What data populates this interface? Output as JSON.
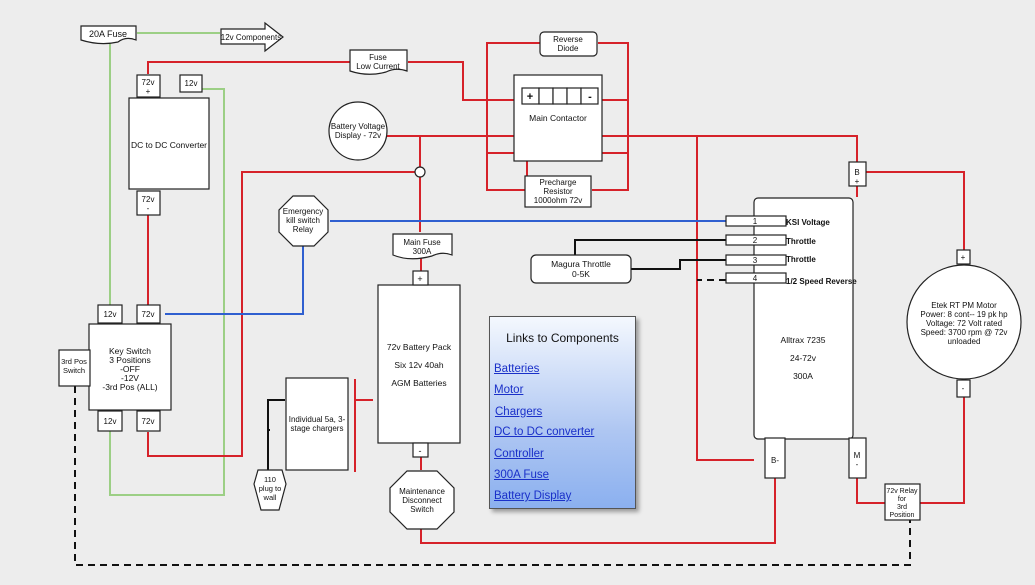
{
  "labels": {
    "fuse_20a": "20A Fuse",
    "components_12v": "12v Components",
    "fuse_low_current": [
      "Fuse",
      "Low Current"
    ],
    "reverse_diode": [
      "Reverse",
      "Diode"
    ],
    "contactor_plus": "+",
    "contactor_minus": "-",
    "main_contactor": "Main Contactor",
    "precharge_resistor": [
      "Precharge",
      "Resistor",
      "1000ohm 72v"
    ],
    "battery_display": [
      "Battery Voltage",
      "Display - 72v"
    ],
    "dcdc_72v_top": [
      "72v",
      "+"
    ],
    "dcdc_12v_top": "12v",
    "dcdc_title": "DC to DC Converter",
    "dcdc_72v_bottom": [
      "72v",
      "-"
    ],
    "emergency_relay": [
      "Emergency",
      "kill switch",
      "Relay"
    ],
    "main_fuse": [
      "Main Fuse",
      "300A"
    ],
    "battery_plus": "+",
    "battery_pack": [
      "72v Battery Pack",
      "Six 12v 40ah",
      "AGM Batteries"
    ],
    "battery_minus": "-",
    "chargers": [
      "Individual 5a, 3-",
      "stage chargers"
    ],
    "plug": [
      "110",
      "plug to",
      "wall"
    ],
    "maintenance_switch": [
      "Maintenance",
      "Disconnect",
      "Switch"
    ],
    "keyswitch_12v_top": "12v",
    "keyswitch_72v_top": "72v",
    "keyswitch": [
      "Key Switch",
      "3 Positions",
      "-OFF",
      "-12V",
      "-3rd Pos (ALL)"
    ],
    "keyswitch_12v_bottom": "12v",
    "keyswitch_72v_bottom": "72v",
    "third_pos_switch": [
      "3rd Pos",
      "Switch"
    ],
    "magura_throttle": [
      "Magura Throttle",
      "0-5K"
    ],
    "controller_b_plus": [
      "B",
      "+"
    ],
    "controller_pins": [
      {
        "num": "1",
        "label": "KSI Voltage"
      },
      {
        "num": "2",
        "label": "Throttle"
      },
      {
        "num": "3",
        "label": "Throttle"
      },
      {
        "num": "4",
        "label": "1/2 Speed Reverse"
      }
    ],
    "controller": [
      "Alltrax 7235",
      "24-72v",
      "300A"
    ],
    "controller_b_minus": "B-",
    "controller_m_minus": [
      "M",
      "-"
    ],
    "motor_plus": "+",
    "motor_minus": "-",
    "motor": [
      "Etek RT PM Motor",
      "Power: 8 cont-- 19 pk hp",
      "Voltage: 72 Volt rated",
      "Speed: 3700 rpm @ 72v",
      "unloaded"
    ],
    "relay_3rd": [
      "72v Relay",
      "for",
      "3rd",
      "Position"
    ]
  },
  "links": {
    "title": "Links to Components",
    "items": [
      "Batteries",
      "Motor",
      "Chargers",
      "DC to DC converter",
      "Controller",
      "300A Fuse",
      "Battery Display"
    ]
  },
  "colors": {
    "background": "#ededed",
    "wire_72v": "#d6222a",
    "wire_ksi": "#2f5fd0",
    "wire_12v": "#9ccf85",
    "wire_signal": "#111111",
    "link_text": "#1a30c9"
  }
}
